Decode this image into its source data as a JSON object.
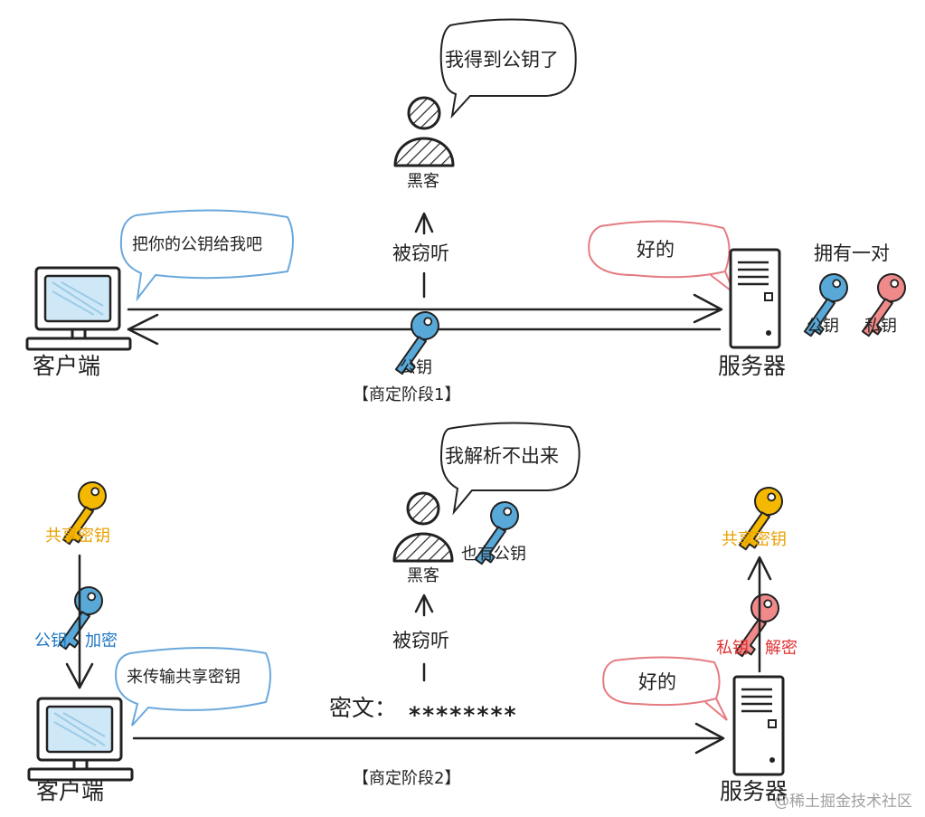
{
  "phase1": {
    "hacker_speech": "我得到公钥了",
    "hacker_label": "黑客",
    "eavesdrop_label": "被窃听",
    "client_speech": "把你的公钥给我吧",
    "server_speech": "好的",
    "owns_pair_label": "拥有一对",
    "server_public_key_label": "公钥",
    "server_private_key_label": "私钥",
    "client_label": "客户端",
    "server_label": "服务器",
    "transmitted_key_label": "公钥",
    "stage_label": "【商定阶段1】"
  },
  "phase2": {
    "hacker_speech": "我解析不出来",
    "hacker_label": "黑客",
    "hacker_has_key_label": "也有公钥",
    "eavesdrop_label": "被窃听",
    "client_shared_key_label": "共享密钥",
    "client_public_key_label": "公钥",
    "client_encrypt_label": "加密",
    "client_speech": "来传输共享密钥",
    "ciphertext_label": "密文：",
    "ciphertext_value": "********",
    "server_speech": "好的",
    "server_private_key_label": "私钥",
    "server_decrypt_label": "解密",
    "server_shared_key_label": "共享密钥",
    "client_label": "客户端",
    "server_label": "服务器",
    "stage_label": "【商定阶段2】"
  },
  "watermark": "@稀土掘金技术社区",
  "colors": {
    "shared_key": "#f5b800",
    "public_key": "#58a8d8",
    "private_key": "#f08a8a",
    "client_bubble": "#6aa8dc",
    "server_bubble": "#e57c82",
    "shared_text": "#e8a000",
    "blue_text": "#1f77c4",
    "red_text": "#e03131"
  },
  "icons": [
    "computer-icon",
    "server-icon",
    "hacker-icon",
    "key-icon",
    "speech-bubble-icon",
    "arrow-icon"
  ]
}
